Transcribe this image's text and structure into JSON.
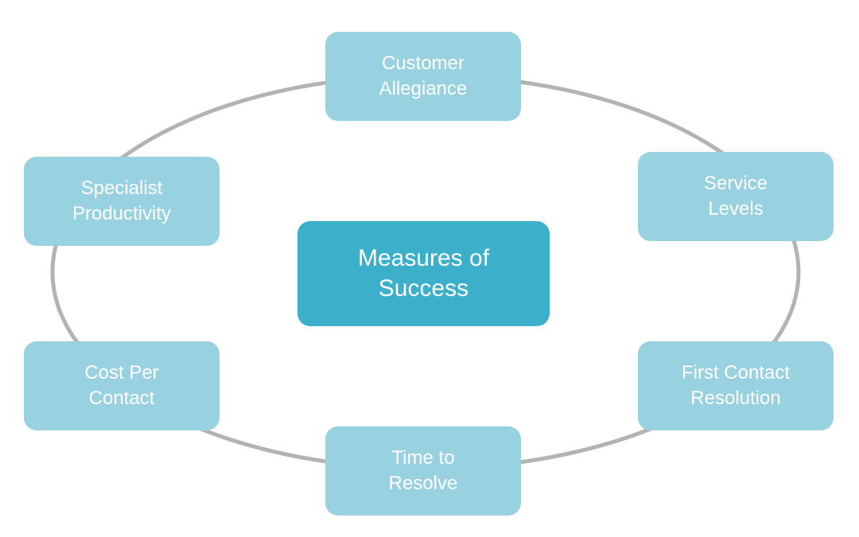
{
  "diagram": {
    "type": "cycle",
    "center": {
      "label": "Measures of\nSuccess"
    },
    "nodes": [
      {
        "id": "allegiance",
        "label": "Customer\nAllegiance"
      },
      {
        "id": "service",
        "label": "Service\nLevels"
      },
      {
        "id": "fcr",
        "label": "First Contact\nResolution"
      },
      {
        "id": "time",
        "label": "Time to\nResolve"
      },
      {
        "id": "cost",
        "label": "Cost Per\nContact"
      },
      {
        "id": "specialist",
        "label": "Specialist\nProductivity"
      }
    ],
    "colors": {
      "center_fill": "#3cafca",
      "node_fill": "#98d1e0",
      "ring_stroke": "#b3b3b3",
      "text": "#ffffff"
    }
  }
}
